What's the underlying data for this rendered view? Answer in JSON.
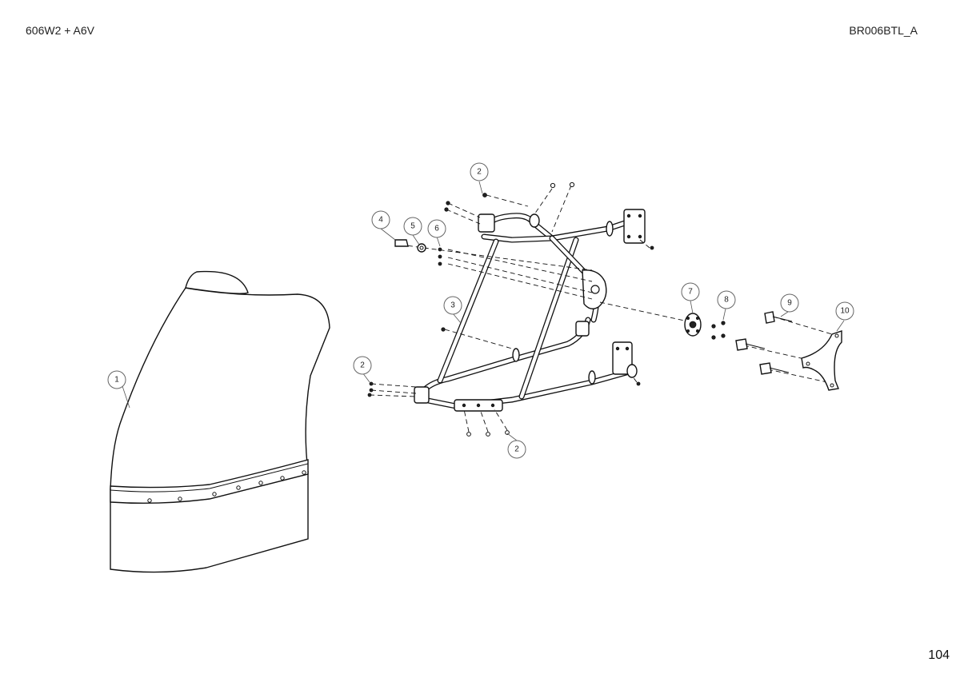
{
  "header": {
    "model": "606W2 + A6V",
    "code": "BR006BTL_A"
  },
  "page_number": "104",
  "callouts": [
    {
      "id": "c1",
      "label": "1"
    },
    {
      "id": "c2a",
      "label": "2"
    },
    {
      "id": "c2b",
      "label": "2"
    },
    {
      "id": "c2c",
      "label": "2"
    },
    {
      "id": "c3",
      "label": "3"
    },
    {
      "id": "c4",
      "label": "4"
    },
    {
      "id": "c5",
      "label": "5"
    },
    {
      "id": "c6",
      "label": "6"
    },
    {
      "id": "c7",
      "label": "7"
    },
    {
      "id": "c8",
      "label": "8"
    },
    {
      "id": "c9",
      "label": "9"
    },
    {
      "id": "c10",
      "label": "10"
    }
  ]
}
